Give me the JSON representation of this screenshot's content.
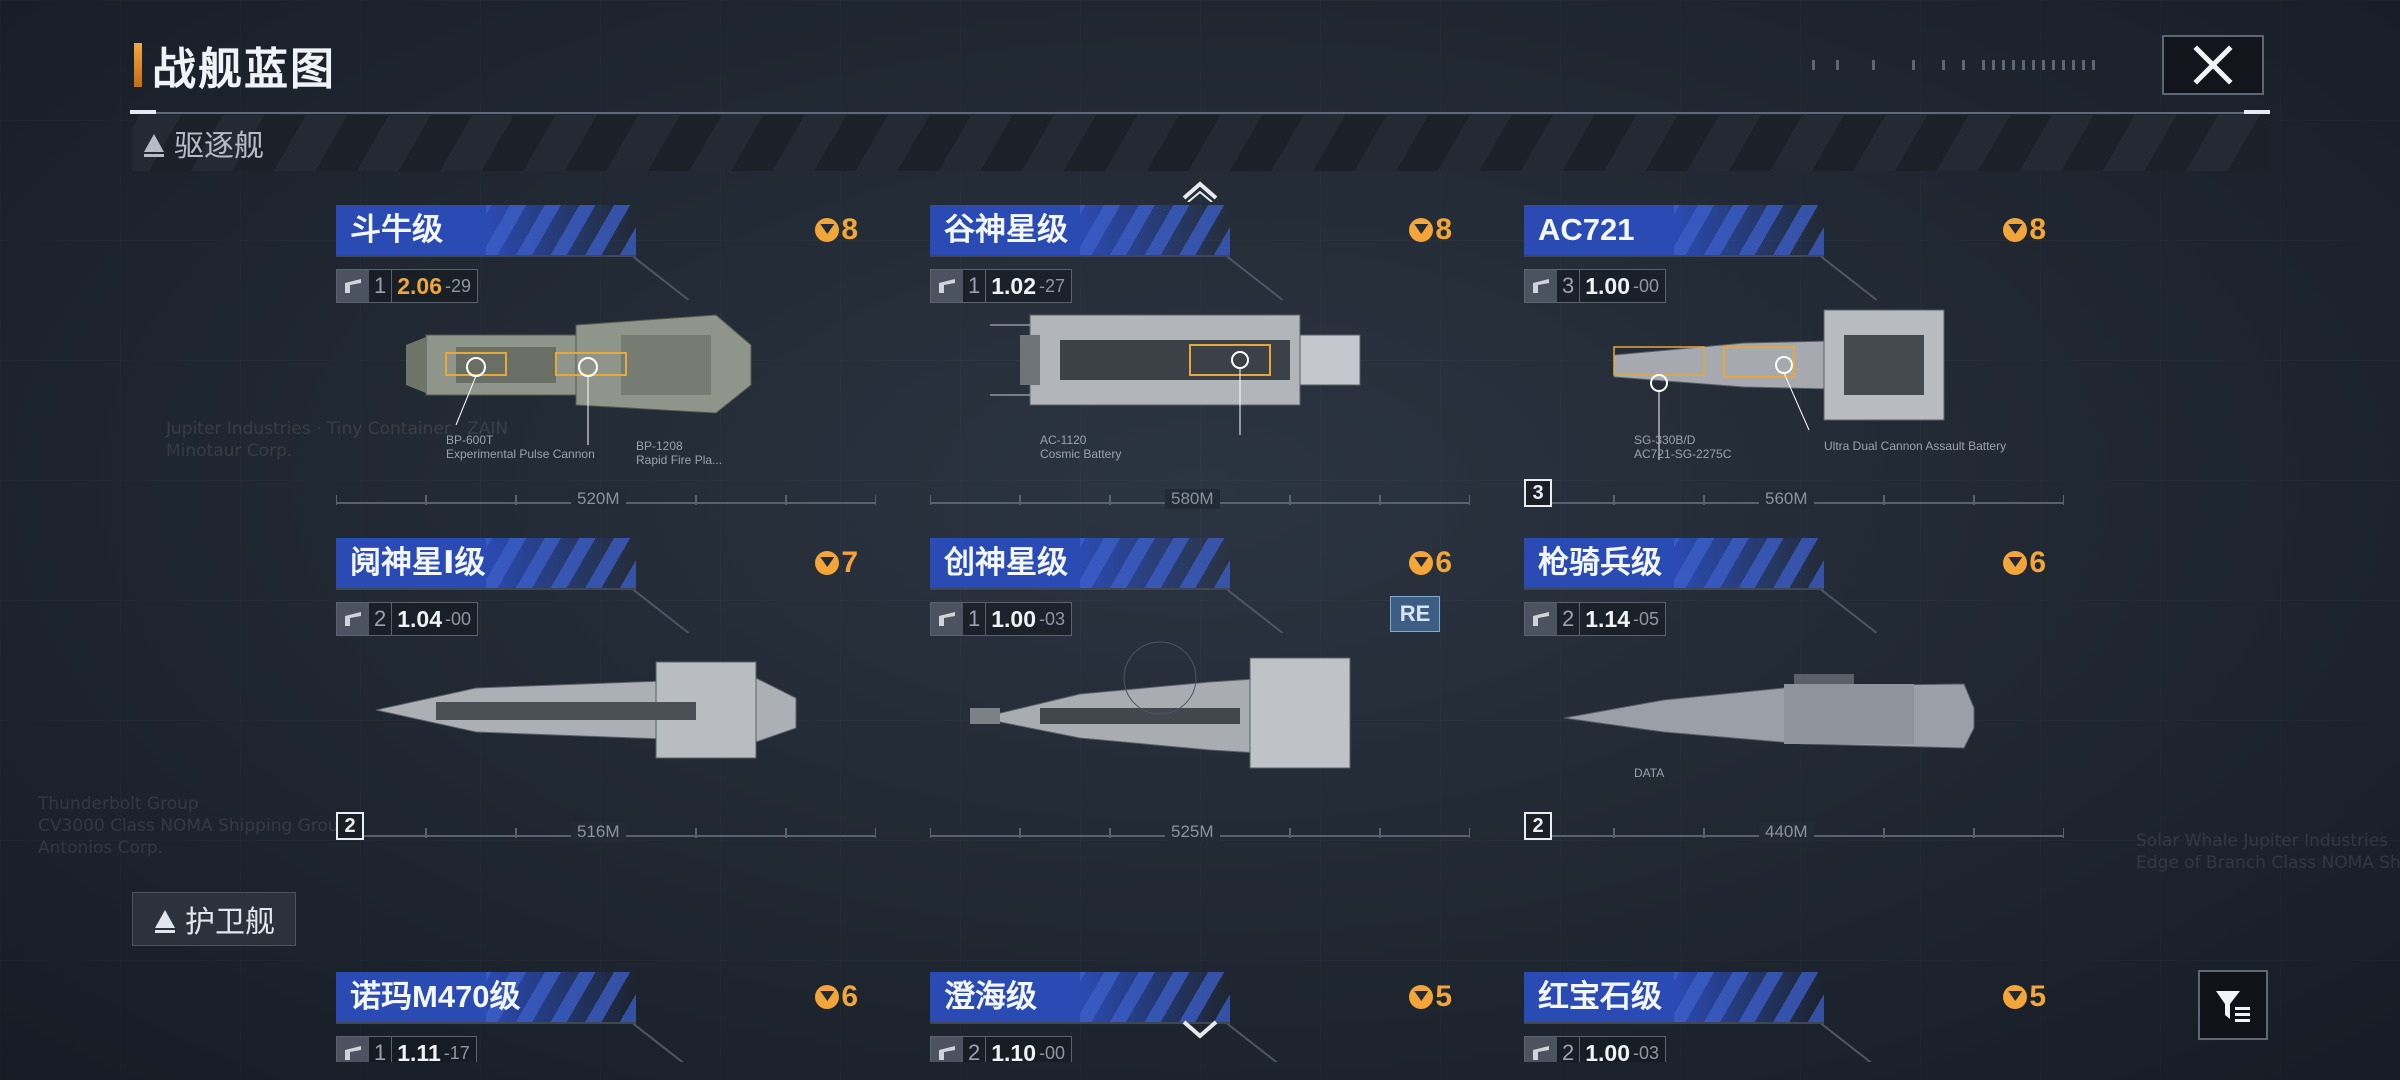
{
  "header": {
    "title": "战舰蓝图"
  },
  "sections": {
    "destroyer": "驱逐舰",
    "frigate": "护卫舰"
  },
  "background_text": {
    "left_lines": "Thunderbolt Group\nCV3000 Class NOMA Shipping Group\nAntonios Corp.",
    "right_lines": "Solar Whale Jupiter Industries\nEdge of Branch Class NOMA Shipp",
    "mid_lines": "Jupiter Industries · Tiny Container   ZAIN\nMinotaur Corp."
  },
  "ships": [
    {
      "name": "斗牛级",
      "cost": "8",
      "level": "1",
      "value": "2.06",
      "sub": "-29",
      "value_gold": true,
      "length": "520M",
      "tier": "",
      "re": false,
      "weapons": [
        "BP-600T",
        "Experimental Pulse Cannon",
        "BP-1208",
        "Rapid Fire Pla..."
      ]
    },
    {
      "name": "谷神星级",
      "cost": "8",
      "level": "1",
      "value": "1.02",
      "sub": "-27",
      "value_gold": false,
      "length": "580M",
      "tier": "",
      "re": false,
      "weapons": [
        "AC-1120",
        "Cosmic Battery"
      ]
    },
    {
      "name": "AC721",
      "cost": "8",
      "level": "3",
      "value": "1.00",
      "sub": "-00",
      "value_gold": false,
      "length": "560M",
      "tier": "3",
      "re": false,
      "weapons": [
        "SG-330B/D",
        "AC721-SG-2275C",
        "Ultra Dual Cannon Assault Battery"
      ]
    },
    {
      "name": "阋神星Ⅰ级",
      "cost": "7",
      "level": "2",
      "value": "1.04",
      "sub": "-00",
      "value_gold": false,
      "length": "516M",
      "tier": "2",
      "re": false,
      "weapons": []
    },
    {
      "name": "创神星级",
      "cost": "6",
      "level": "1",
      "value": "1.00",
      "sub": "-03",
      "value_gold": false,
      "length": "525M",
      "tier": "",
      "re": true,
      "re_label": "RE",
      "weapons": []
    },
    {
      "name": "枪骑兵级",
      "cost": "6",
      "level": "2",
      "value": "1.14",
      "sub": "-05",
      "value_gold": false,
      "length": "440M",
      "tier": "2",
      "re": false,
      "weapons": [
        "DATA"
      ]
    },
    {
      "name": "诺玛M470级",
      "cost": "6",
      "level": "1",
      "value": "1.11",
      "sub": "-17",
      "value_gold": false,
      "length": "",
      "tier": "",
      "re": false,
      "weapons": []
    },
    {
      "name": "澄海级",
      "cost": "5",
      "level": "2",
      "value": "1.10",
      "sub": "-00",
      "value_gold": false,
      "length": "",
      "tier": "",
      "re": false,
      "weapons": []
    },
    {
      "name": "红宝石级",
      "cost": "5",
      "level": "2",
      "value": "1.00",
      "sub": "-03",
      "value_gold": false,
      "length": "",
      "tier": "",
      "re": false,
      "weapons": []
    }
  ],
  "icons": {
    "close": "close-x-icon",
    "filter": "filter-icon",
    "cost": "command-point-icon",
    "scroll_up": "chevron-up-icon",
    "scroll_down": "chevron-down-icon"
  },
  "colors": {
    "accent_gold": "#f2a63a",
    "name_bar_blue": "#2a4bb3",
    "background": "#222a35"
  }
}
